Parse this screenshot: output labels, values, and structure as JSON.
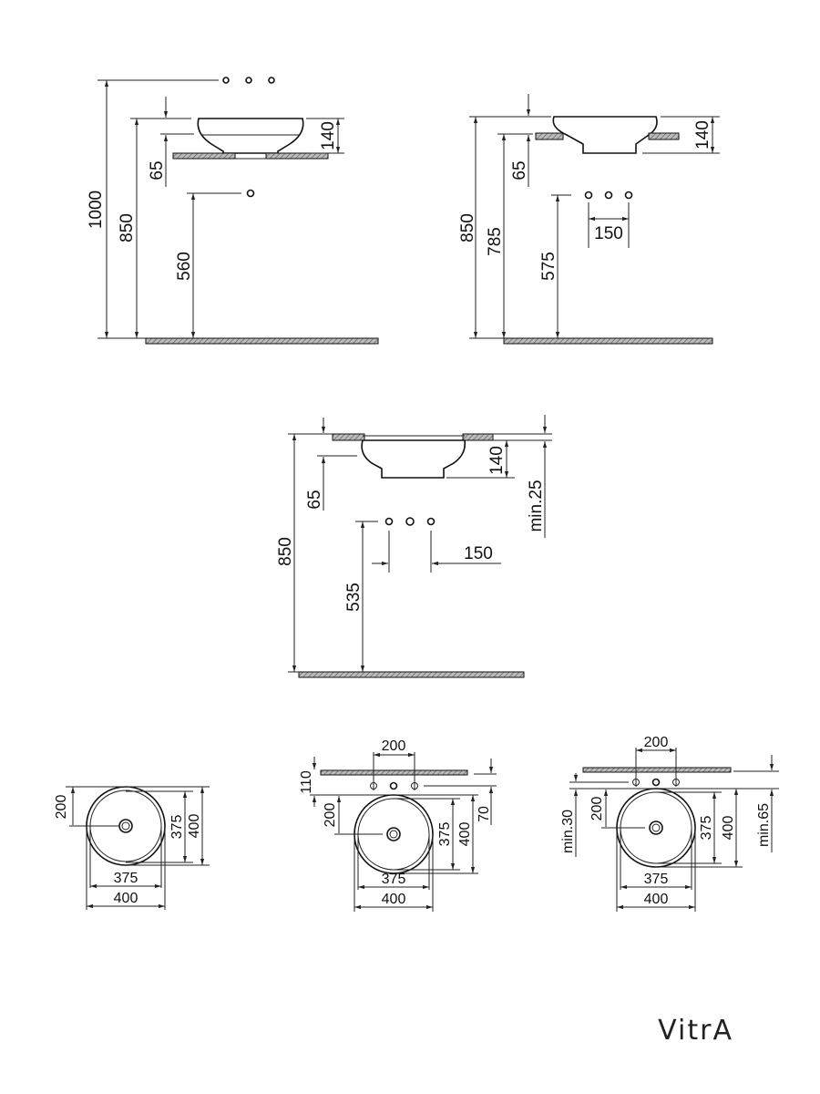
{
  "elevation_wall_mounted_tap": {
    "h_total": "1000",
    "h_basin": "850",
    "basin_height": "140",
    "counter_offset": "65",
    "drain": "560"
  },
  "elevation_semi_recessed": {
    "h_basin": "850",
    "h_counter": "785",
    "basin_height": "140",
    "counter_offset": "65",
    "drain": "575",
    "tap_spacing": "150"
  },
  "elevation_under_counter": {
    "h_basin": "850",
    "basin_height": "140",
    "counter_offset": "65",
    "drain": "535",
    "tap_spacing": "150",
    "min_counter": "min.25"
  },
  "plan_1": {
    "center_offset": "200",
    "inner_h": "375",
    "outer_h": "400",
    "inner_w": "375",
    "outer_w": "400"
  },
  "plan_2": {
    "tap_spacing": "200",
    "tap_offset": "110",
    "center_offset": "200",
    "inner_h": "375",
    "outer_h": "400",
    "edge": "70",
    "inner_w": "375",
    "outer_w": "400"
  },
  "plan_3": {
    "tap_spacing": "200",
    "min_left": "min.30",
    "center_offset": "200",
    "inner_h": "375",
    "outer_h": "400",
    "min_right": "min.65",
    "inner_w": "375",
    "outer_w": "400"
  },
  "brand": {
    "logo": "VitrA"
  }
}
